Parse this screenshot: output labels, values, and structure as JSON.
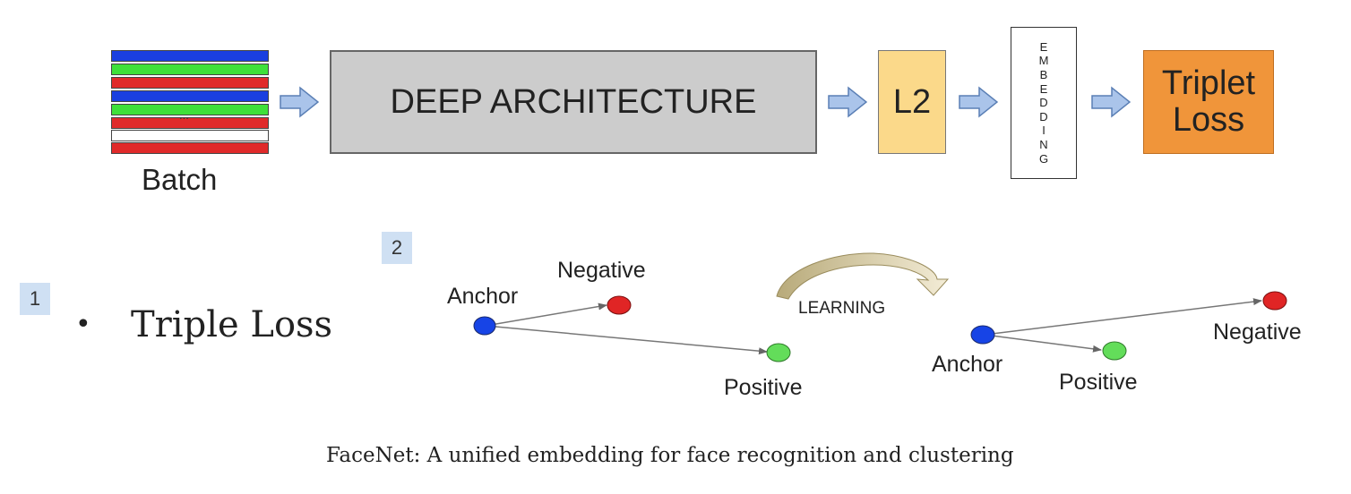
{
  "pipeline": {
    "batch_label": "Batch",
    "batch_ellipsis": "...",
    "deep_label": "DEEP ARCHITECTURE",
    "l2_label": "L2",
    "embedding_letters": [
      "E",
      "M",
      "B",
      "E",
      "D",
      "D",
      "I",
      "N",
      "G"
    ],
    "triplet_line1": "Triplet",
    "triplet_line2": "Loss"
  },
  "badges": {
    "one": "1",
    "two": "2"
  },
  "bullet": {
    "glyph": "•",
    "text": "Triple Loss"
  },
  "diagram_before": {
    "anchor": "Anchor",
    "negative": "Negative",
    "positive": "Positive"
  },
  "learning_label": "LEARNING",
  "diagram_after": {
    "anchor": "Anchor",
    "negative": "Negative",
    "positive": "Positive"
  },
  "caption": "FaceNet: A unified embedding for face recognition and clustering",
  "colors": {
    "anchor": "#1744e6",
    "negative": "#e02525",
    "positive": "#63dd5a",
    "arrow_fill": "#aac4ea",
    "arrow_stroke": "#5a7fb5"
  }
}
